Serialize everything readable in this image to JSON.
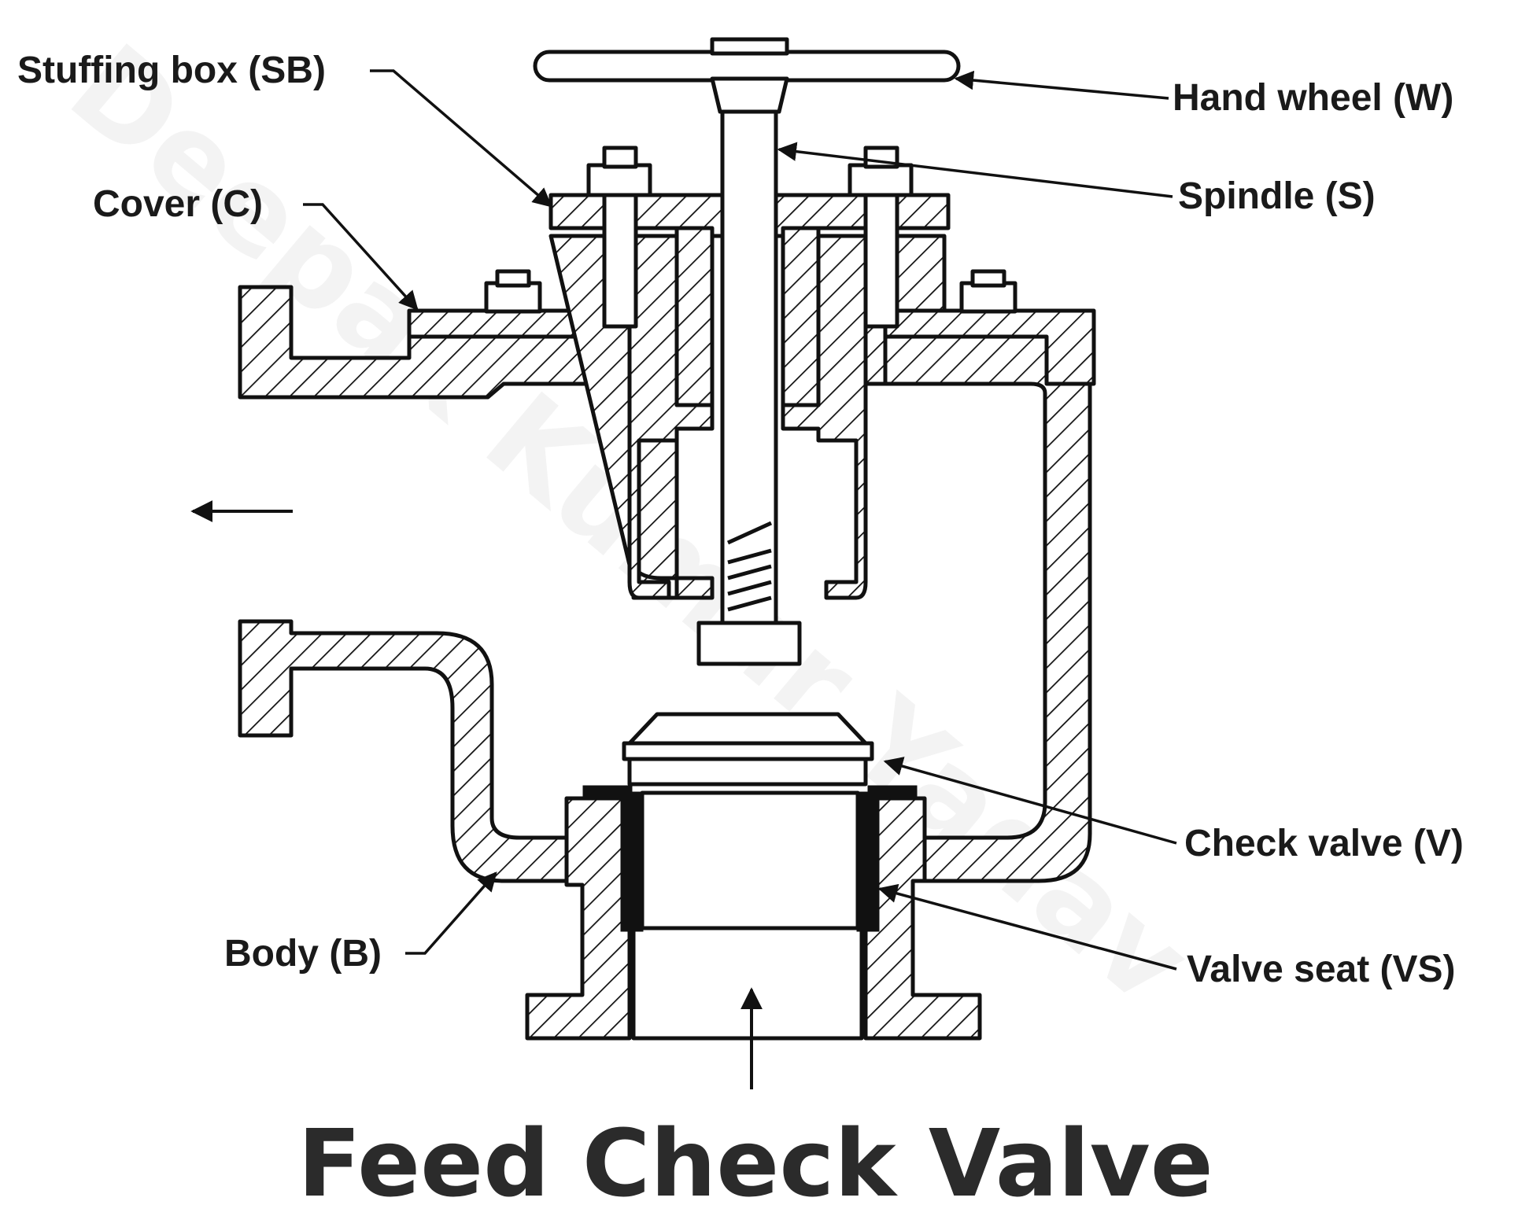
{
  "title": "Feed Check Valve",
  "watermark": "Deepak Kumar Yadav",
  "labels": {
    "stuffing_box": "Stuffing box (SB)",
    "cover": "Cover (C)",
    "body": "Body (B)",
    "hand_wheel": "Hand wheel (W)",
    "spindle": "Spindle (S)",
    "check_valve": "Check valve (V)",
    "valve_seat": "Valve seat (VS)"
  },
  "colors": {
    "line": "#111111",
    "title": "#2b2b2b",
    "background": "#ffffff"
  }
}
